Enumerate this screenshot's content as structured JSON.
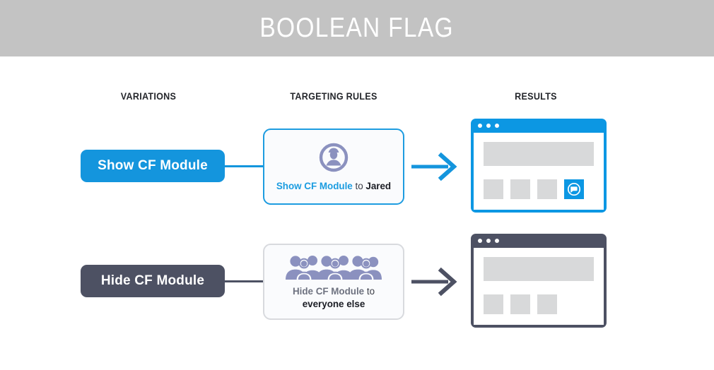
{
  "banner": {
    "title": "BOOLEAN FLAG",
    "bg_color": "#c3c3c3",
    "text_color": "#ffffff"
  },
  "columns": [
    {
      "label": "VARIATIONS"
    },
    {
      "label": "TARGETING RULES"
    },
    {
      "label": "RESULTS"
    }
  ],
  "colors": {
    "accent_blue": "#1495dd",
    "slate": "#4d5163",
    "icon_purple": "#8b91bf",
    "placeholder_gray": "#d8d9da",
    "card_bg": "#fafbfd",
    "card_border_active": "#1e9ce0",
    "card_border_inactive": "#d8dade"
  },
  "rows": [
    {
      "variation": {
        "label": "Show CF Module",
        "state": "active"
      },
      "connector": {
        "icon": "horizontal-connector-line"
      },
      "rule": {
        "icon": "single-user-avatar-icon",
        "text_highlight": "Show CF Module",
        "text_middle": "to",
        "text_target": "Jared"
      },
      "arrow": {
        "icon": "arrow-right-icon"
      },
      "result": {
        "window_dots": 3,
        "hero_block": "content-placeholder-block",
        "tiles": [
          {
            "state": "placeholder"
          },
          {
            "state": "placeholder"
          },
          {
            "state": "placeholder"
          },
          {
            "state": "active",
            "icon": "chat-bubble-icon"
          }
        ]
      }
    },
    {
      "variation": {
        "label": "Hide CF Module",
        "state": "inactive"
      },
      "connector": {
        "icon": "horizontal-connector-line"
      },
      "rule": {
        "icon": "crowd-of-people-icon",
        "text_highlight": "Hide CF Module",
        "text_middle": "to",
        "text_target": "everyone else"
      },
      "arrow": {
        "icon": "arrow-right-icon"
      },
      "result": {
        "window_dots": 3,
        "hero_block": "content-placeholder-block",
        "tiles": [
          {
            "state": "placeholder"
          },
          {
            "state": "placeholder"
          },
          {
            "state": "placeholder"
          }
        ]
      }
    }
  ]
}
